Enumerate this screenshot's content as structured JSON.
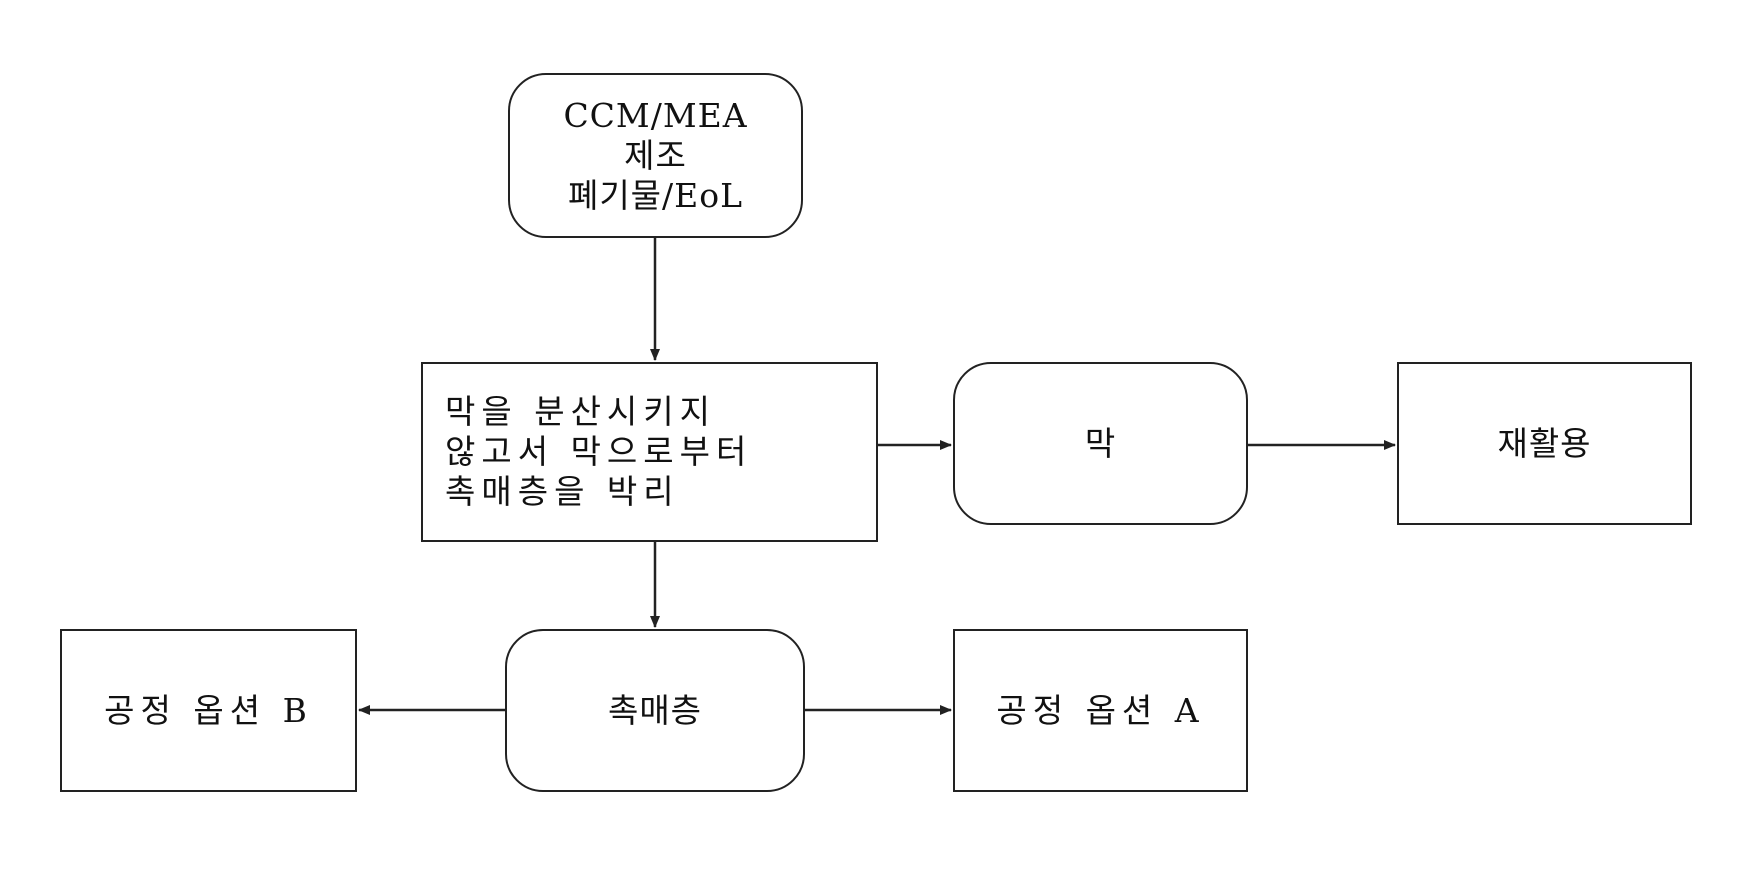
{
  "diagram": {
    "nodes": {
      "source": {
        "label": "CCM/MEA\n제조\n폐기물/EoL"
      },
      "separate": {
        "label": "막을 분산시키지\n않고서 막으로부터\n촉매층을 박리"
      },
      "membrane": {
        "label": "막"
      },
      "recycle": {
        "label": "재활용"
      },
      "catalyst": {
        "label": "촉매층"
      },
      "option_b": {
        "label": "공정 옵션 B"
      },
      "option_a": {
        "label": "공정 옵션 A"
      }
    },
    "edges": [
      {
        "from": "CCM/MEA 제조 폐기물/EoL",
        "to": "막을 분산시키지 않고서 막으로부터 촉매층을 박리"
      },
      {
        "from": "막을 분산시키지 않고서 막으로부터 촉매층을 박리",
        "to": "막"
      },
      {
        "from": "막",
        "to": "재활용"
      },
      {
        "from": "막을 분산시키지 않고서 막으로부터 촉매층을 박리",
        "to": "촉매층"
      },
      {
        "from": "촉매층",
        "to": "공정 옵션 B"
      },
      {
        "from": "촉매층",
        "to": "공정 옵션 A"
      }
    ],
    "colors": {
      "stroke": "#222222",
      "background": "#ffffff"
    }
  }
}
